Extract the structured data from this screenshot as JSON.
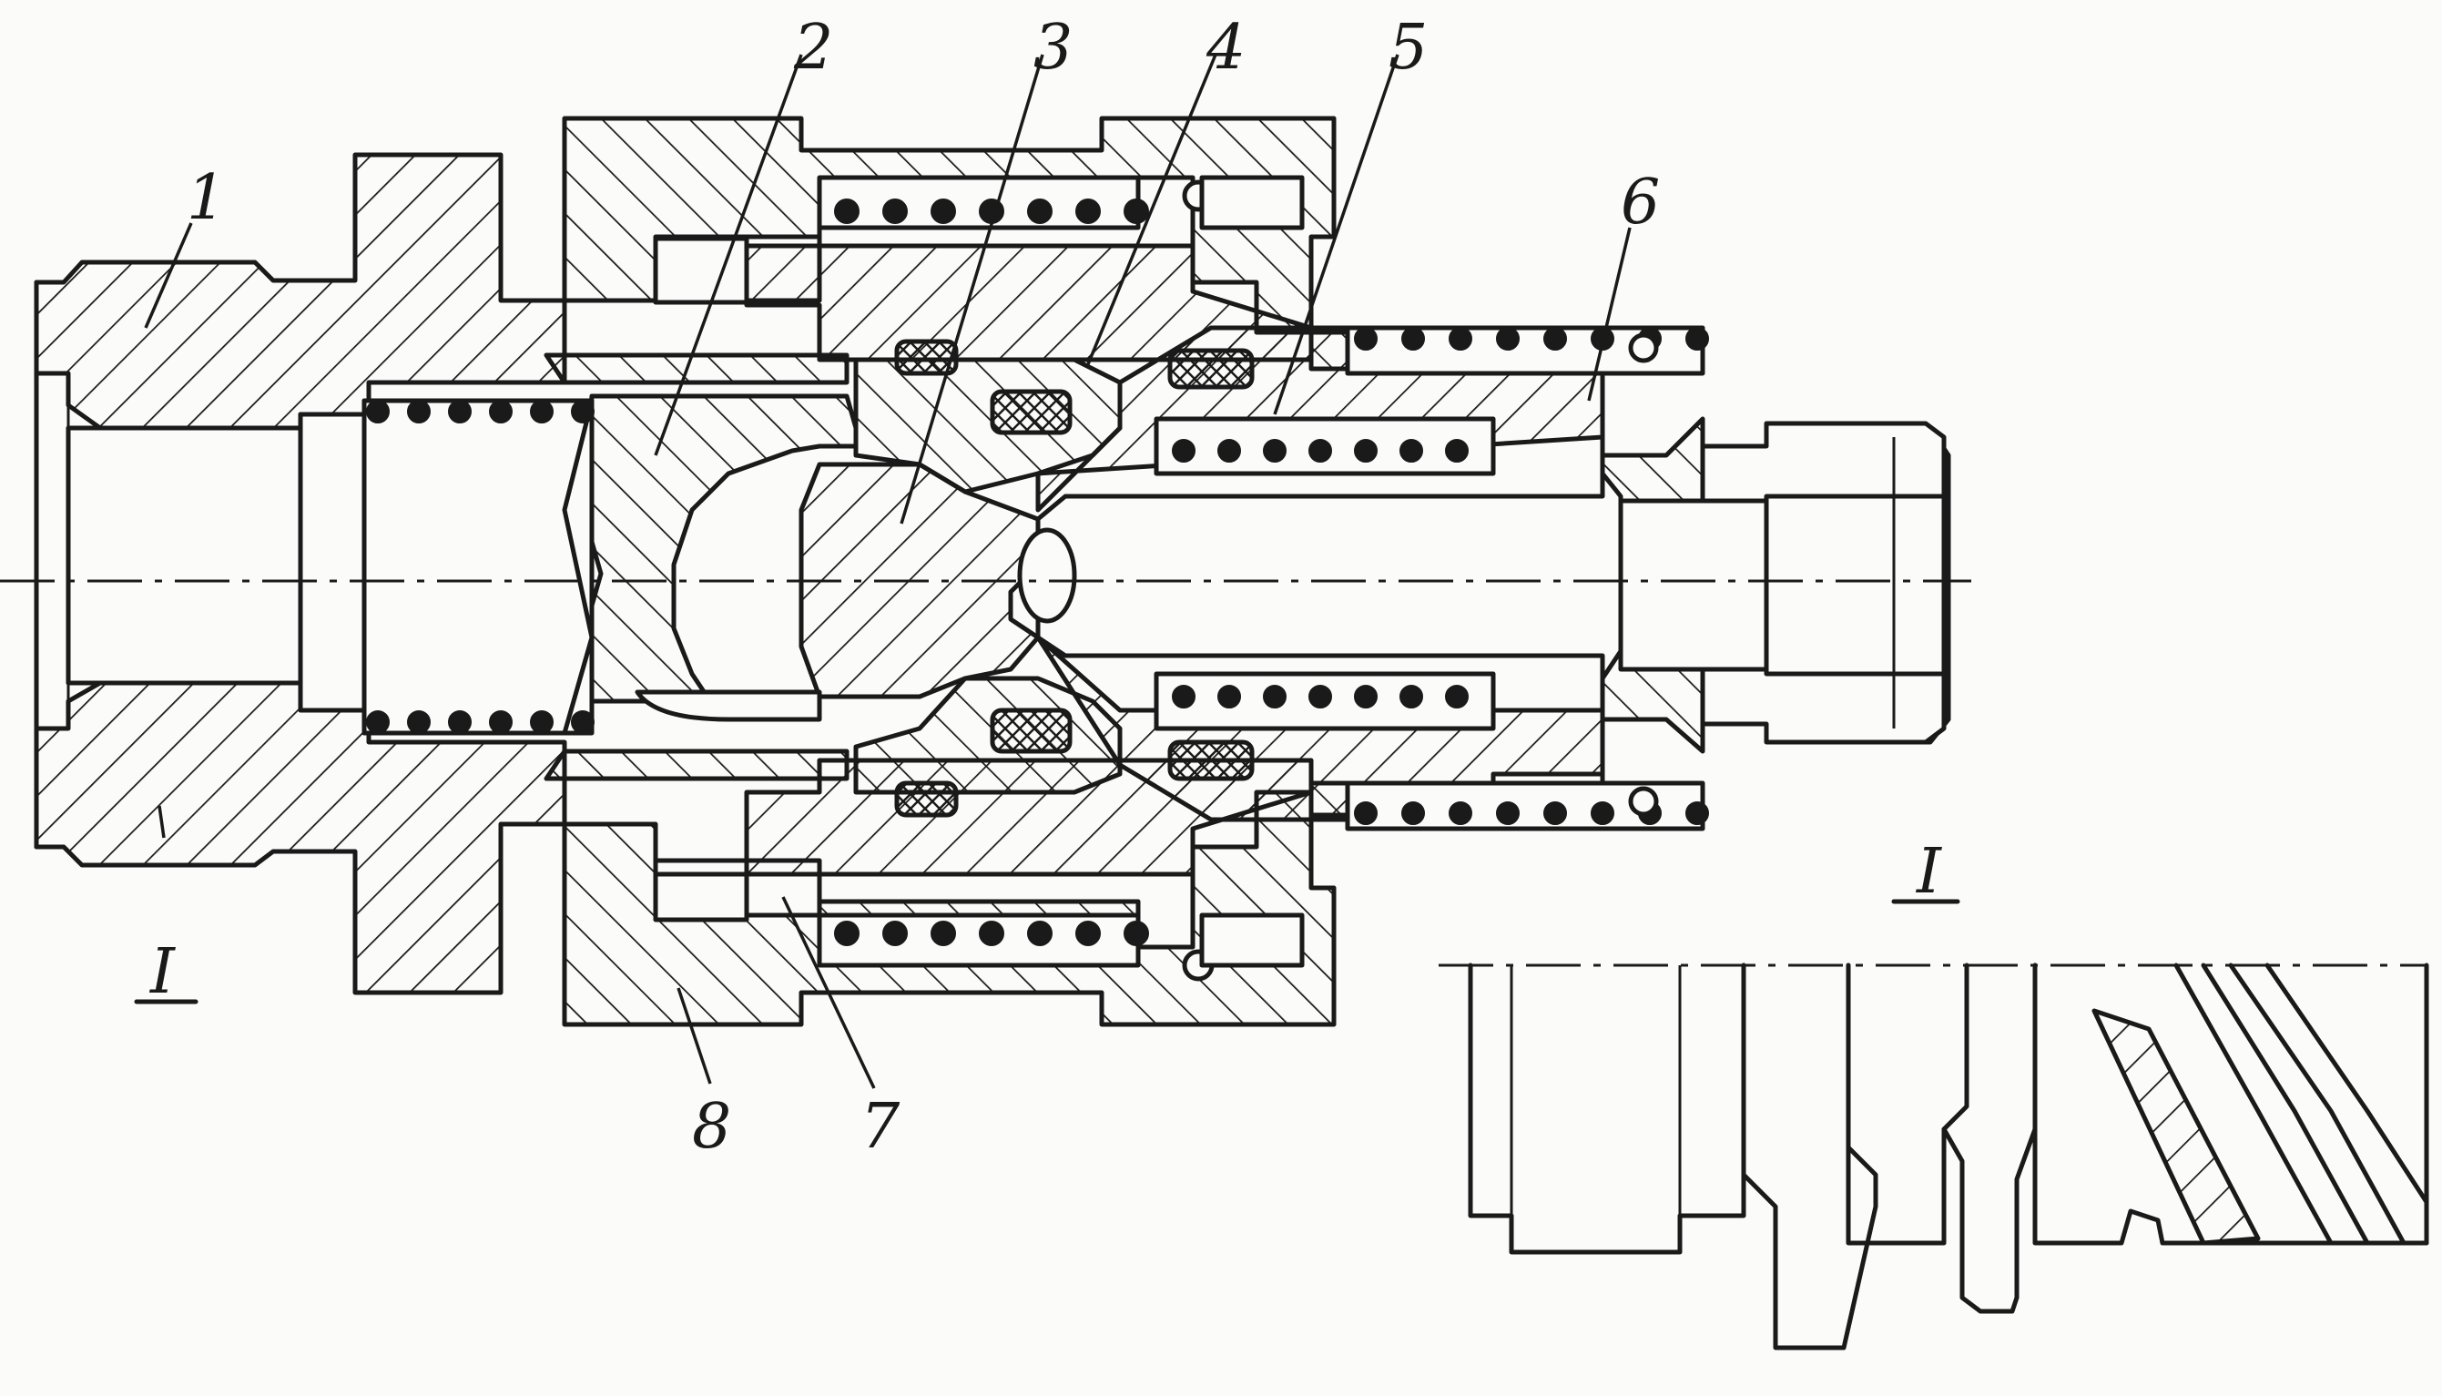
{
  "figure": {
    "callouts": [
      {
        "id": "callout-1",
        "text": "1"
      },
      {
        "id": "callout-2",
        "text": "2"
      },
      {
        "id": "callout-3",
        "text": "3"
      },
      {
        "id": "callout-4",
        "text": "4"
      },
      {
        "id": "callout-5",
        "text": "5"
      },
      {
        "id": "callout-6",
        "text": "6"
      },
      {
        "id": "callout-7",
        "text": "7"
      },
      {
        "id": "callout-8",
        "text": "8"
      }
    ],
    "section_mark_main": "I",
    "section_mark_detail": "I"
  }
}
